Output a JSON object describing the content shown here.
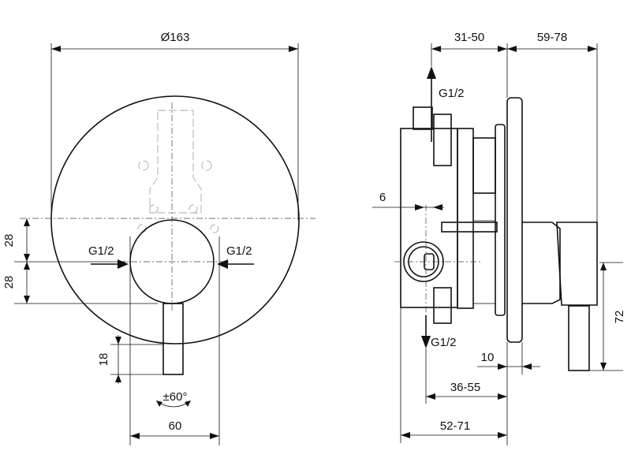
{
  "front_view": {
    "diameter": "Ø163",
    "inlet_left": "G1/2",
    "inlet_right": "G1/2",
    "dim_upper": "28",
    "dim_lower": "28",
    "dim_lever": "18",
    "rotation": "±60°",
    "dim_width": "60"
  },
  "side_view": {
    "dim_top_left": "31-50",
    "dim_top_right": "59-78",
    "outlet_top": "G1/2",
    "outlet_bottom": "G1/2",
    "dim_offset": "6",
    "dim_height": "72",
    "dim_plate": "10",
    "dim_depth_min": "36-55",
    "dim_depth_total": "52-71"
  }
}
